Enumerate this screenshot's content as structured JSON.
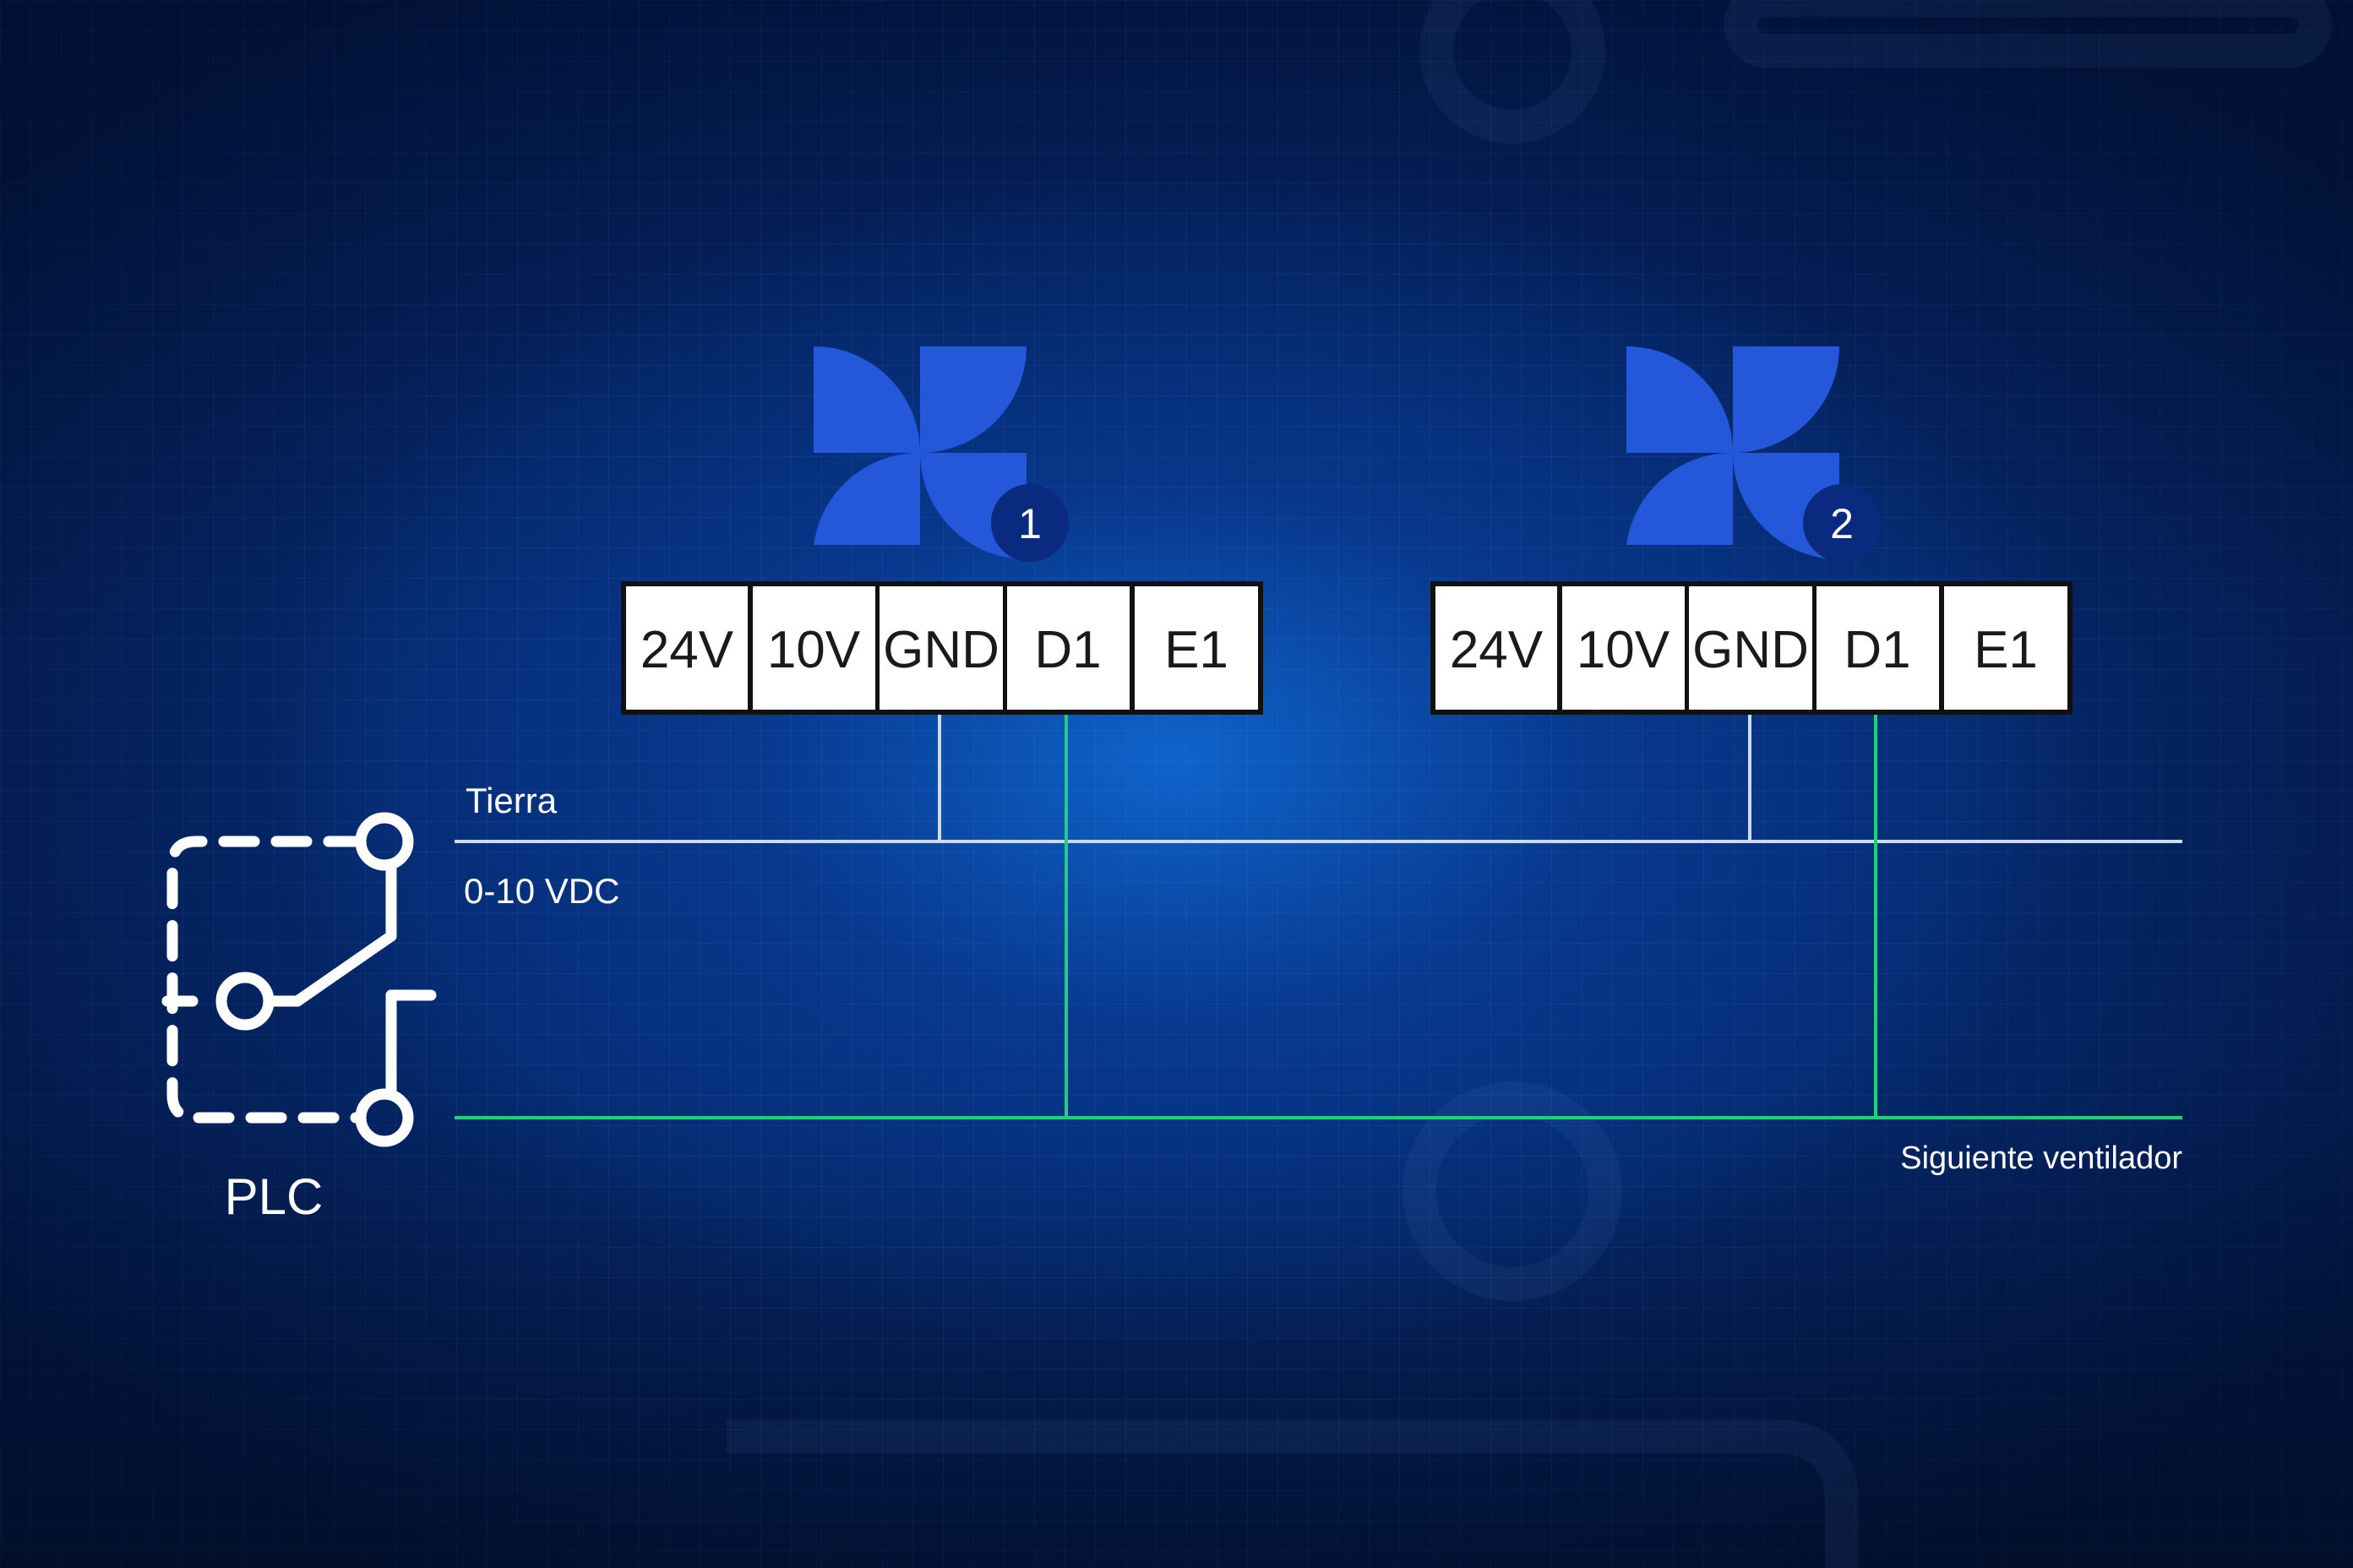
{
  "colors": {
    "fan_blue": "#2457d9",
    "badge": "#0a2a80",
    "ground_wire": "#c9dbf7",
    "signal_wire": "#1fd07a",
    "plc_symbol": "#ffffff"
  },
  "fans": [
    {
      "number": "1",
      "icon": "fan-icon",
      "terminals": [
        "24V",
        "10V",
        "GND",
        "D1",
        "E1"
      ]
    },
    {
      "number": "2",
      "icon": "fan-icon",
      "terminals": [
        "24V",
        "10V",
        "GND",
        "D1",
        "E1"
      ]
    }
  ],
  "wires": {
    "ground_label": "Tierra",
    "signal_label": "0-10 VDC",
    "next_label": "Siguiente ventilador"
  },
  "plc": {
    "label": "PLC",
    "icon": "relay-switch-icon"
  }
}
